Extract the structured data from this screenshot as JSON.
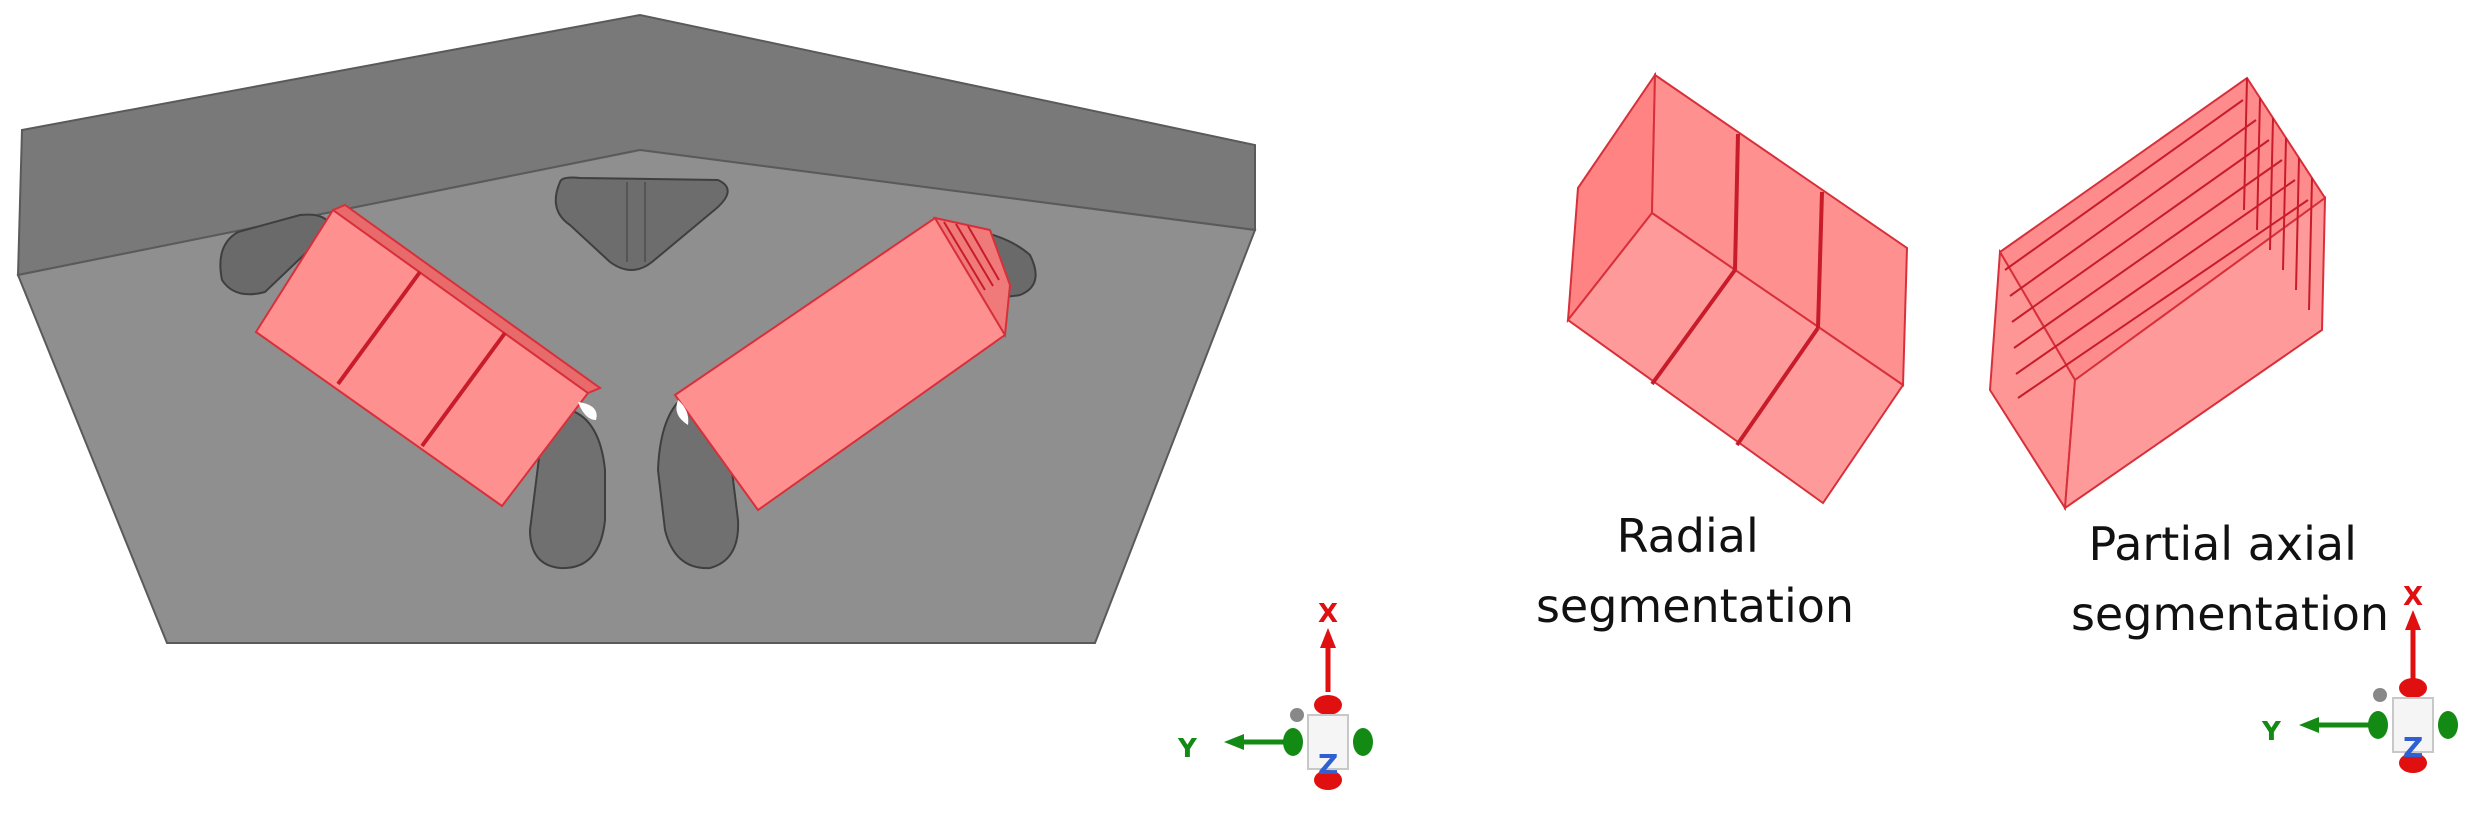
{
  "labels": {
    "radial_line1": "Radial",
    "radial_line2": "segmentation",
    "axial_line1": "Partial axial",
    "axial_line2": "segmentation"
  },
  "triads": [
    {
      "x": "X",
      "y": "Y",
      "z": "Z"
    },
    {
      "x": "X",
      "y": "Y",
      "z": "Z"
    }
  ],
  "colors": {
    "magnet_fill": "#ff9090",
    "magnet_edge": "#d8303a",
    "rotor_face": "#8e8e8e",
    "rotor_top": "#7a7a7a",
    "x_axis": "#e01010",
    "y_axis": "#138a13",
    "z_axis": "#2f5fd0"
  }
}
